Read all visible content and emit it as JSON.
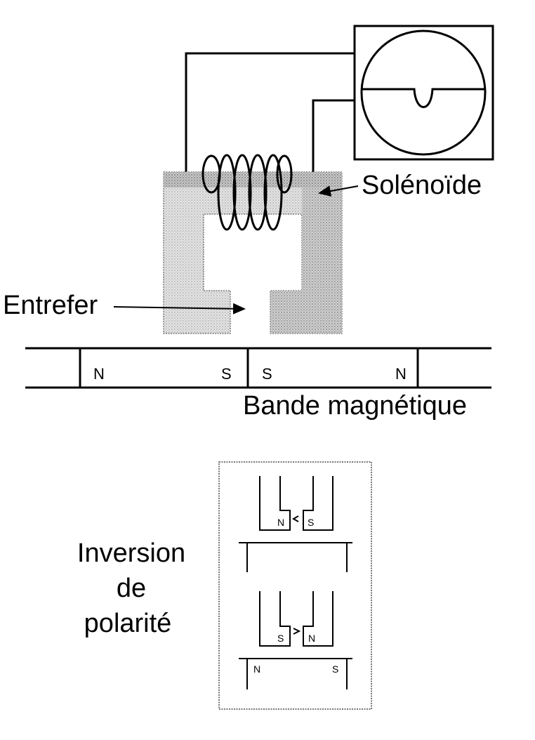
{
  "labels": {
    "solenoid": "Solénoïde",
    "gap": "Entrefer",
    "tape": "Bande magnétique"
  },
  "tape_poles": [
    "N",
    "S",
    "S",
    "N"
  ],
  "inset": {
    "title_lines": [
      "Inversion",
      "de",
      "polarité"
    ],
    "top_head_poles": [
      "N",
      "S"
    ],
    "bottom_head_poles": [
      "S",
      "N"
    ],
    "bottom_tape_poles": [
      "N",
      "S"
    ]
  }
}
